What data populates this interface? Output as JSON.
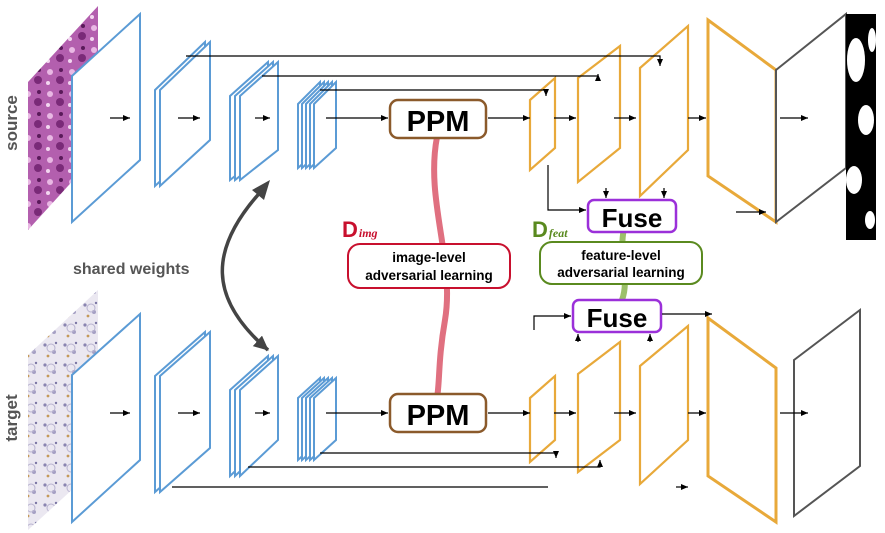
{
  "labels": {
    "source": "source",
    "target": "target",
    "shared_weights": "shared weights",
    "ppm_top": "PPM",
    "ppm_bottom": "PPM",
    "fuse_top": "Fuse",
    "fuse_bottom": "Fuse",
    "d_img_main": "D",
    "d_img_sub": "img",
    "d_feat_main": "D",
    "d_feat_sub": "feat",
    "image_level_line1": "image-level",
    "image_level_line2": "adversarial learning",
    "feature_level_line1": "feature-level",
    "feature_level_line2": "adversarial learning"
  },
  "colors": {
    "encoder": "#5b9bd5",
    "decoder": "#e8a93a",
    "output": "#555555",
    "ppm_border": "#8b5a2b",
    "fuse_border": "#9b30d9",
    "img_adv": "#c8102e",
    "img_adv_link": "#e07080",
    "feat_adv": "#5a8a1f",
    "feat_adv_link": "#9cc06a",
    "arrow": "#000000",
    "shared_arrow": "#444444",
    "he_stain": "#a04a9a",
    "ihc_stain": "#d8d4e4"
  }
}
